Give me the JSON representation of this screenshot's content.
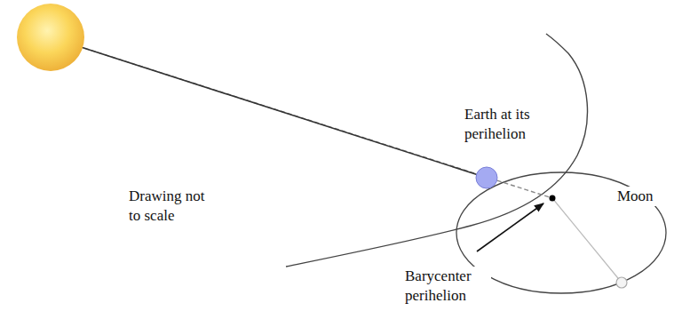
{
  "diagram": {
    "labels": [
      "Earth at its perihelion",
      "Drawing not to scale",
      "Moon",
      "Barycenter perihelion"
    ]
  }
}
